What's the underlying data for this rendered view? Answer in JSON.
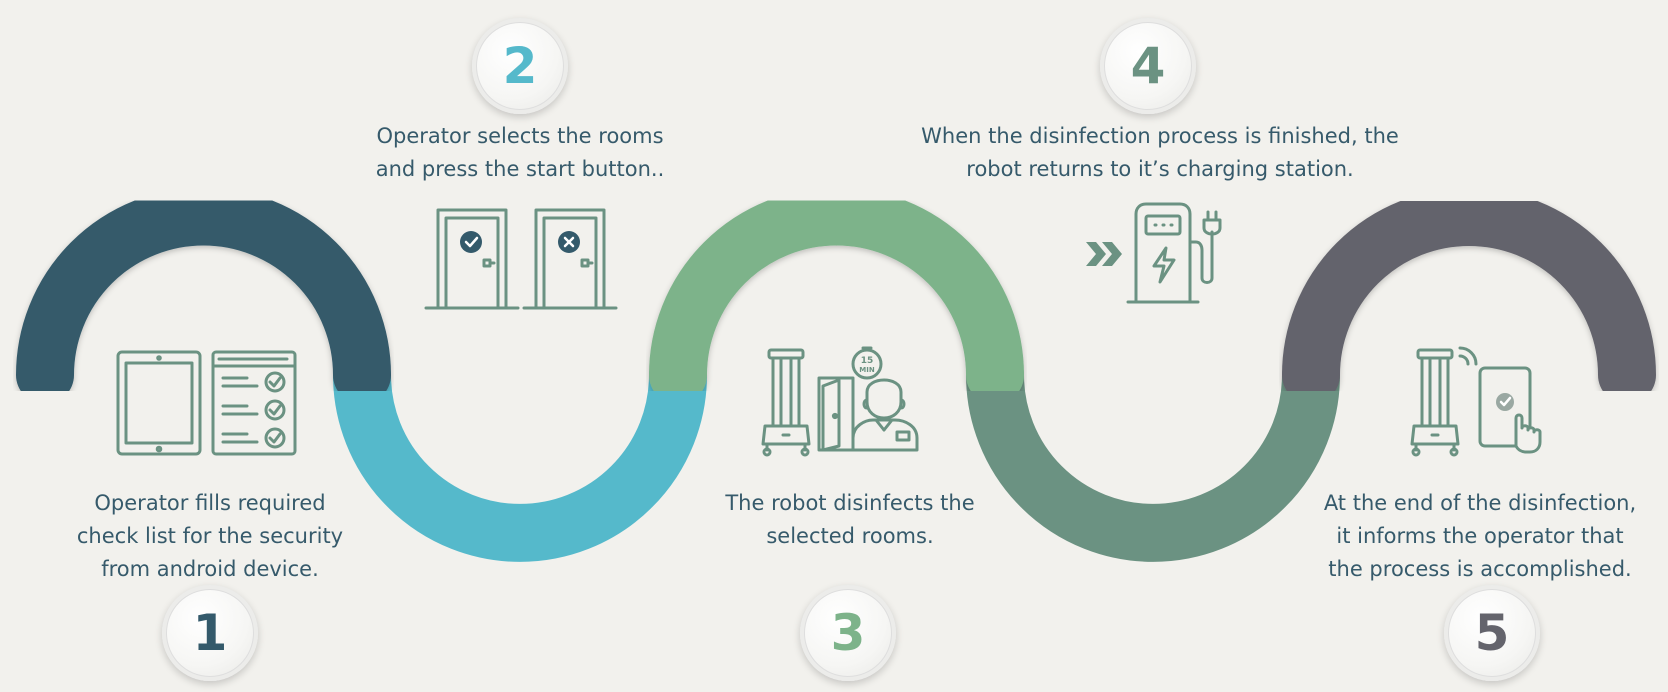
{
  "colors": {
    "background": "#f2f1ed",
    "arc_1": "#345a6b",
    "arc_2": "#55b9cb",
    "arc_3": "#7db38a",
    "arc_4": "#6b9282",
    "arc_5": "#64646c",
    "icon_stroke": "#6b9282",
    "text": "#365a6b"
  },
  "steps": [
    {
      "number": "1",
      "color": "#345a6b",
      "lines": [
        "Operator fills required",
        "check list for the security",
        "from android device."
      ]
    },
    {
      "number": "2",
      "color": "#55b9cb",
      "lines": [
        "Operator selects the rooms",
        "and press the start button.."
      ]
    },
    {
      "number": "3",
      "color": "#7db38a",
      "lines": [
        "The robot disinfects the",
        "selected rooms."
      ]
    },
    {
      "number": "4",
      "color": "#6b9282",
      "lines": [
        "When the disinfection process is finished, the",
        "robot returns to it’s charging station."
      ]
    },
    {
      "number": "5",
      "color": "#64646c",
      "lines": [
        "At the end of the disinfection,",
        "it informs the operator that",
        "the process is accomplished."
      ]
    }
  ],
  "icons": {
    "timer_label_top": "15",
    "timer_label_bottom": "MIN"
  }
}
